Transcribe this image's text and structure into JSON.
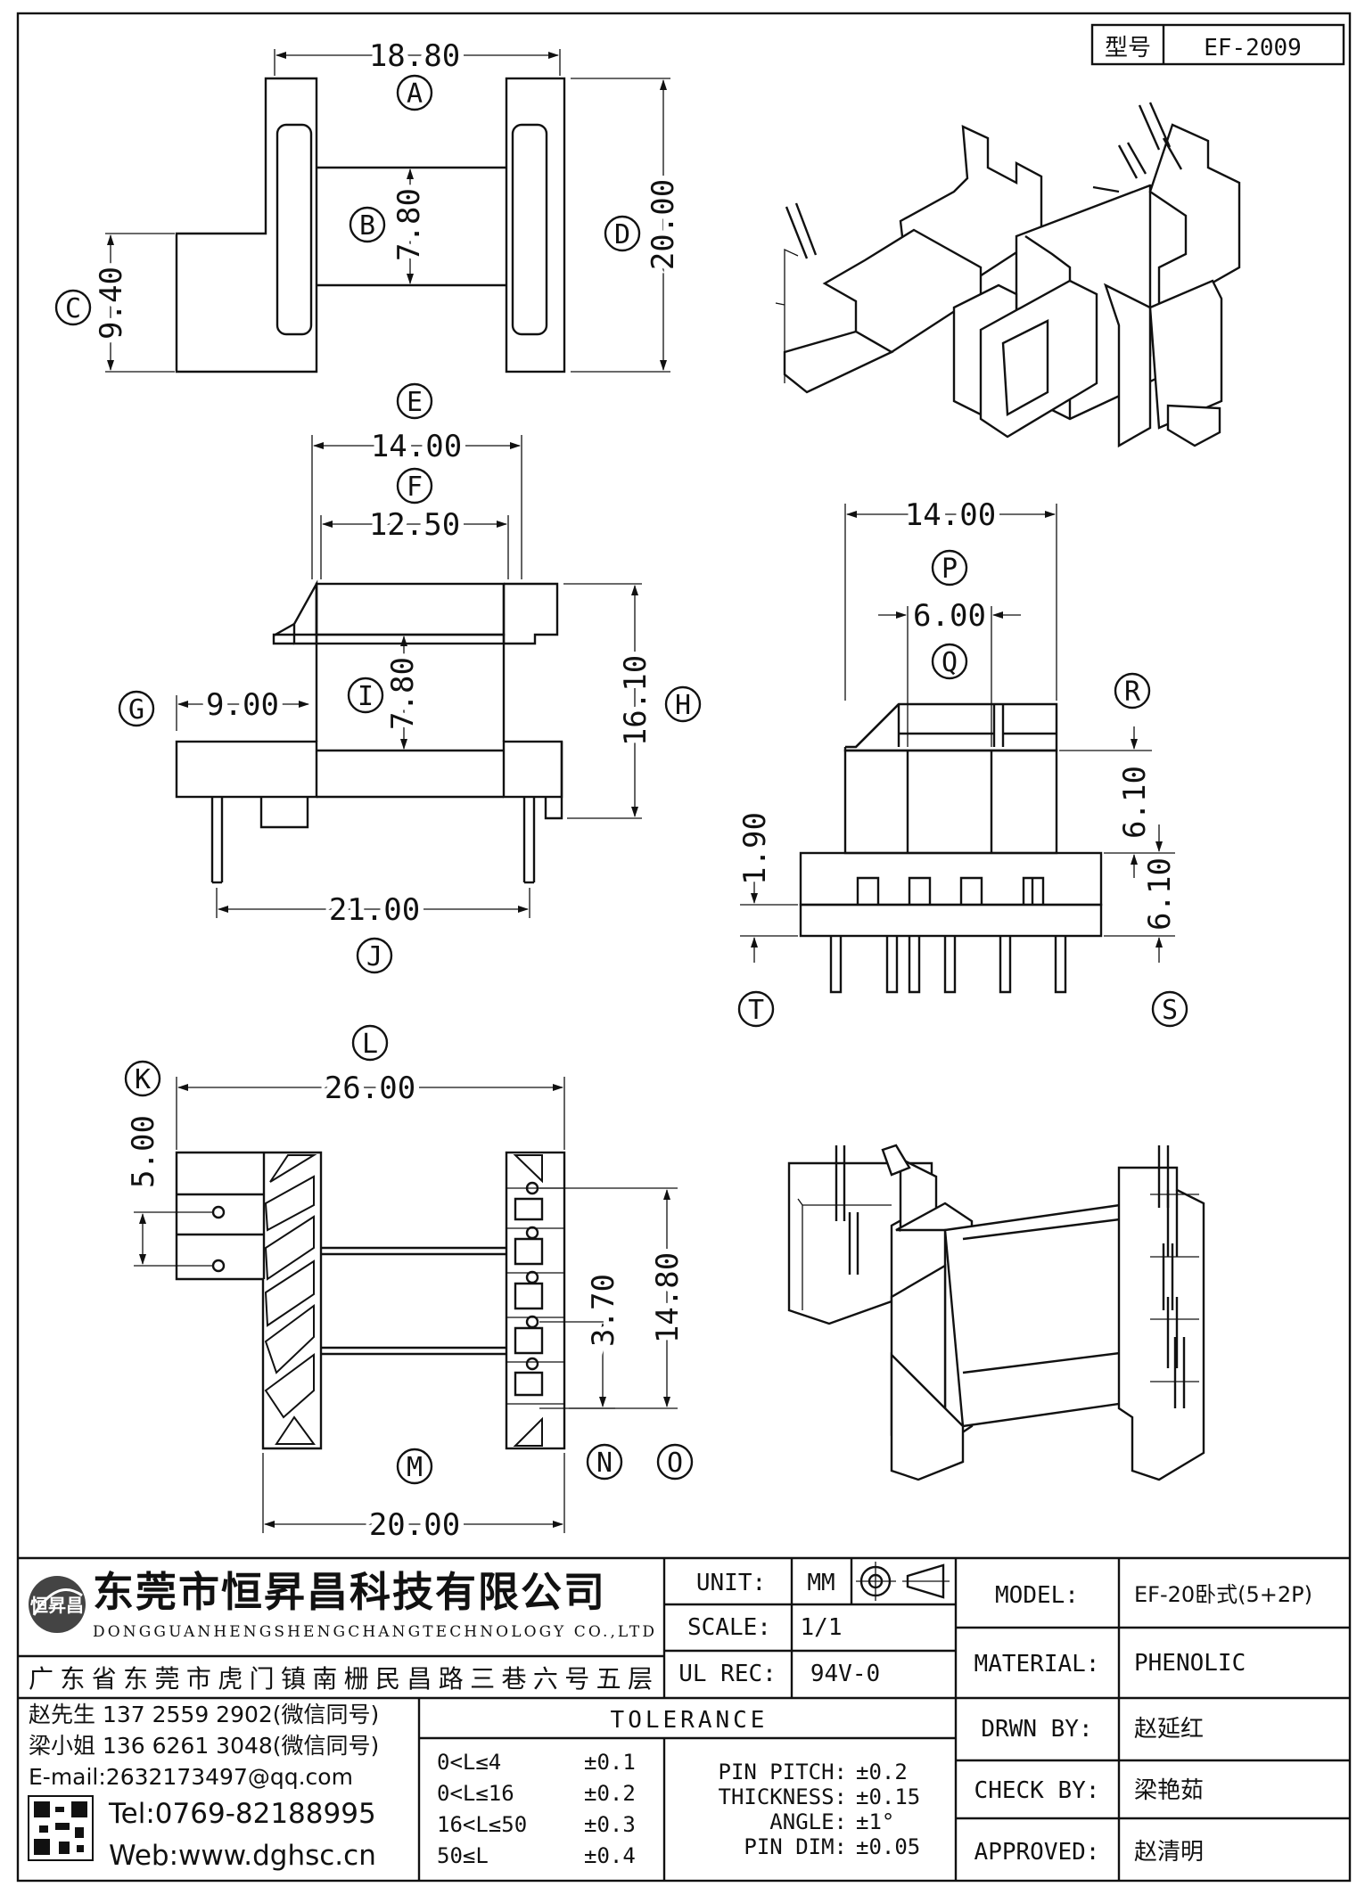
{
  "header": {
    "type_label": "型号",
    "type_value": "EF-2009"
  },
  "views": {
    "top": {
      "width": "18.80",
      "height": "20.00",
      "window": "7.80",
      "step": "9.40"
    },
    "front": {
      "outer": "14.00",
      "inner": "12.50",
      "offset": "9.00",
      "height": "16.10",
      "window": "7.80",
      "pins": "21.00"
    },
    "side": {
      "width": "14.00",
      "core": "6.00",
      "flange": "6.10",
      "base": "6.10",
      "pin_len": "1.90"
    },
    "bottom": {
      "length": "26.00",
      "row": "20.00",
      "pitch_a": "5.00",
      "pitch_b": "3.70",
      "span": "14.80"
    }
  },
  "callouts": [
    "A",
    "B",
    "C",
    "D",
    "E",
    "F",
    "G",
    "H",
    "I",
    "J",
    "K",
    "L",
    "M",
    "N",
    "O",
    "P",
    "Q",
    "R",
    "S",
    "T"
  ],
  "company": {
    "name_cn": "东莞市恒昇昌科技有限公司",
    "name_en": "DONGGUANHENGSHENGCHANGTECHNOLOGY CO.,LTD",
    "address": "广东省东莞市虎门镇南栅民昌路三巷六号五层",
    "logo_text": "恒昇昌",
    "contact1": "赵先生 137 2559 2902(微信同号)",
    "contact2": "梁小姐 136 6261 3048(微信同号)",
    "email": "E-mail:2632173497@qq.com",
    "tel": "Tel:0769-82188995",
    "web": "Web:www.dghsc.cn"
  },
  "titleblock": {
    "unit_label": "UNIT:",
    "unit_value": "MM",
    "scale_label": "SCALE:",
    "scale_value": "1/1",
    "ulrec_label": "UL REC:",
    "ulrec_value": "94V-0",
    "model_label": "MODEL:",
    "model_value": "EF-20卧式(5+2P)",
    "material_label": "MATERIAL:",
    "material_value": "PHENOLIC",
    "drawn_label": "DRWN BY:",
    "drawn_value": "赵延红",
    "check_label": "CHECK BY:",
    "check_value": "梁艳茹",
    "approved_label": "APPROVED:",
    "approved_value": "赵清明"
  },
  "tolerance": {
    "title": "TOLERANCE",
    "rows": [
      {
        "range": "0<L≤4",
        "value": "±0.1"
      },
      {
        "range": "0<L≤16",
        "value": "±0.2"
      },
      {
        "range": "16<L≤50",
        "value": "±0.3"
      },
      {
        "range": "50≤L",
        "value": "±0.4"
      }
    ],
    "specs": [
      {
        "label": "PIN PITCH:",
        "value": "±0.2"
      },
      {
        "label": "THICKNESS:",
        "value": "±0.15"
      },
      {
        "label": "ANGLE:",
        "value": "±1°"
      },
      {
        "label": "PIN DIM:",
        "value": "±0.05"
      }
    ]
  }
}
